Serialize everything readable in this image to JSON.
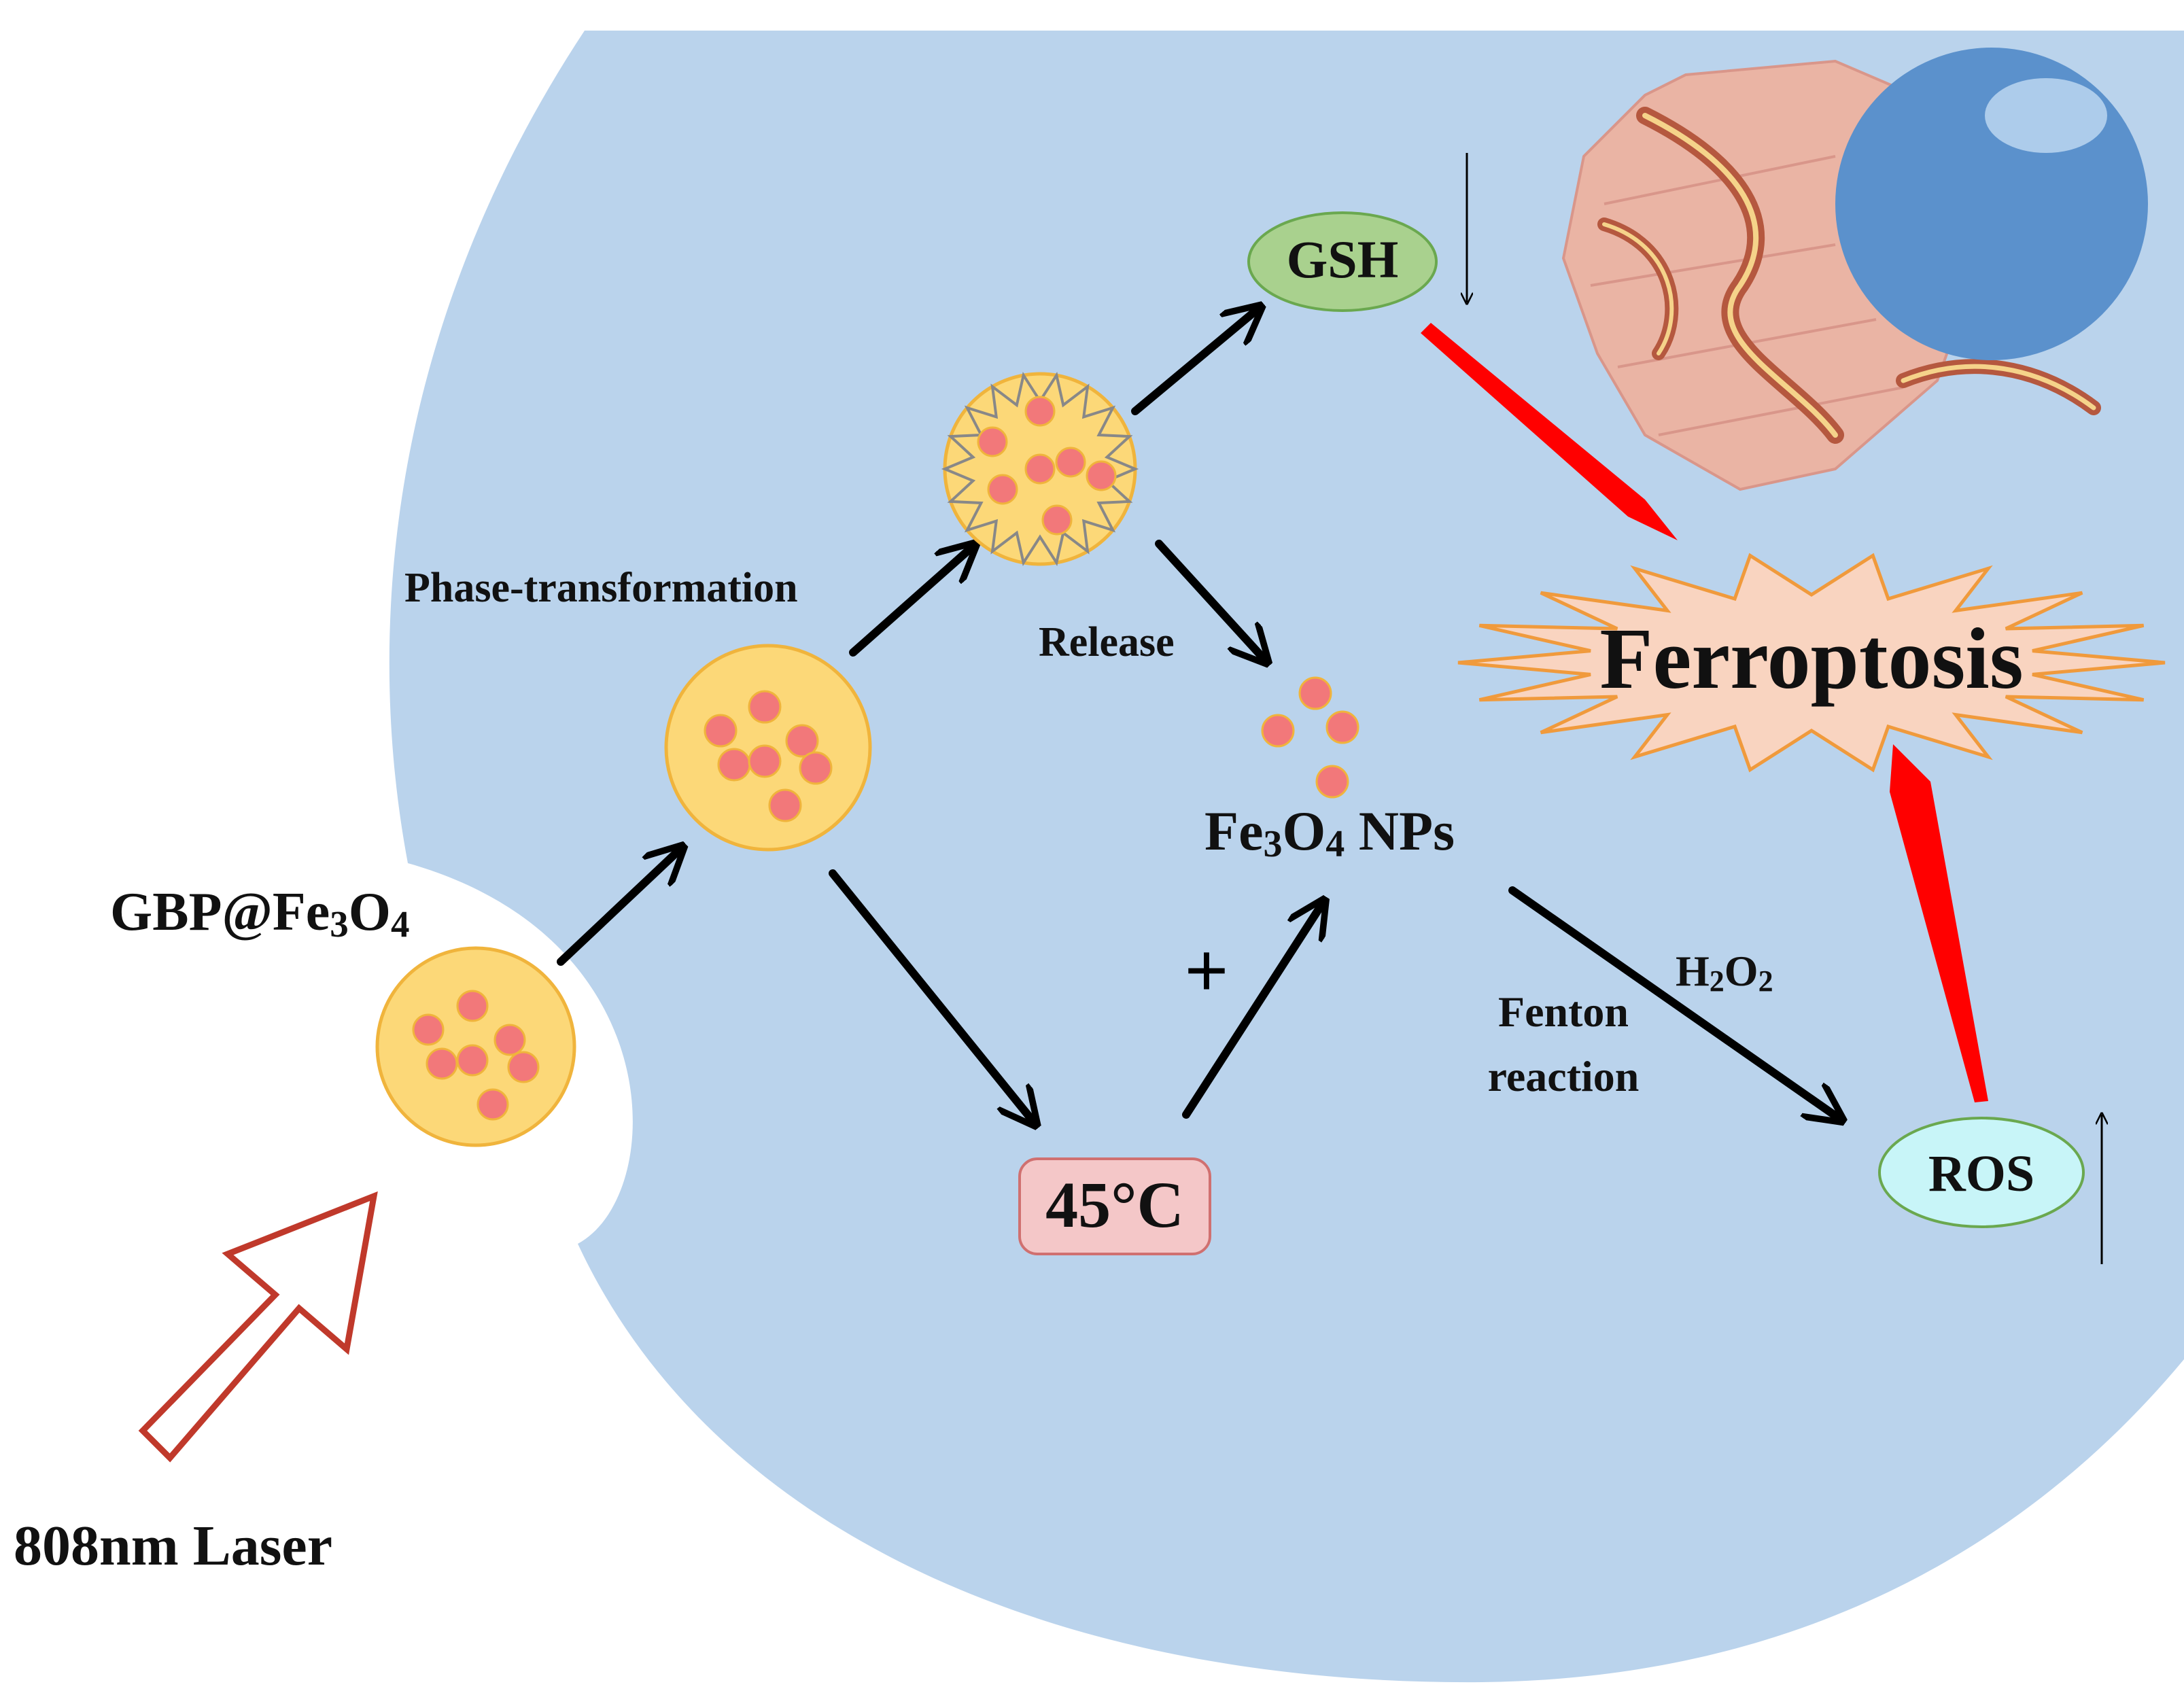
{
  "labels": {
    "gbp": "GBP@Fe",
    "gbp_sub3": "3",
    "gbp_o": "O",
    "gbp_sub4": "4",
    "phase": "Phase-transformation",
    "release": "Release",
    "gsh": "GSH",
    "fe_fe": "Fe",
    "fe_sub3": "3",
    "fe_o": "O",
    "fe_sub4": "4",
    "fe_nps": " NPs",
    "h2o2_h": "H",
    "h2o2_sub2a": "2",
    "h2o2_o": "O",
    "h2o2_sub2b": "2",
    "fenton_line1": "Fenton",
    "fenton_line2": "reaction",
    "plus": "+",
    "temp": "45°C",
    "ros": "ROS",
    "ferroptosis": "Ferroptosis",
    "laser": "808nm Laser"
  },
  "colors": {
    "cell": "#bad3ec",
    "particle_fill": "#fcd878",
    "particle_stroke": "#f0b43c",
    "dot": "#f2787a",
    "gsh_fill": "#a9d18e",
    "ros_fill": "#c8f5f8",
    "temp_fill": "#f4c7c8",
    "ferroptosis_text": "#ff0000",
    "burst_fill": "#f9d4c0",
    "burst_stroke": "#f09a3c",
    "red_arrow": "#ff0000",
    "laser_arrow": "#c0392b",
    "mito": "#eab4a4",
    "nucleus": "#5b91cc"
  },
  "icons": [
    "laser-arrow-icon",
    "mitochondria-icon",
    "nucleus-icon",
    "ferroptosis-burst-icon"
  ]
}
